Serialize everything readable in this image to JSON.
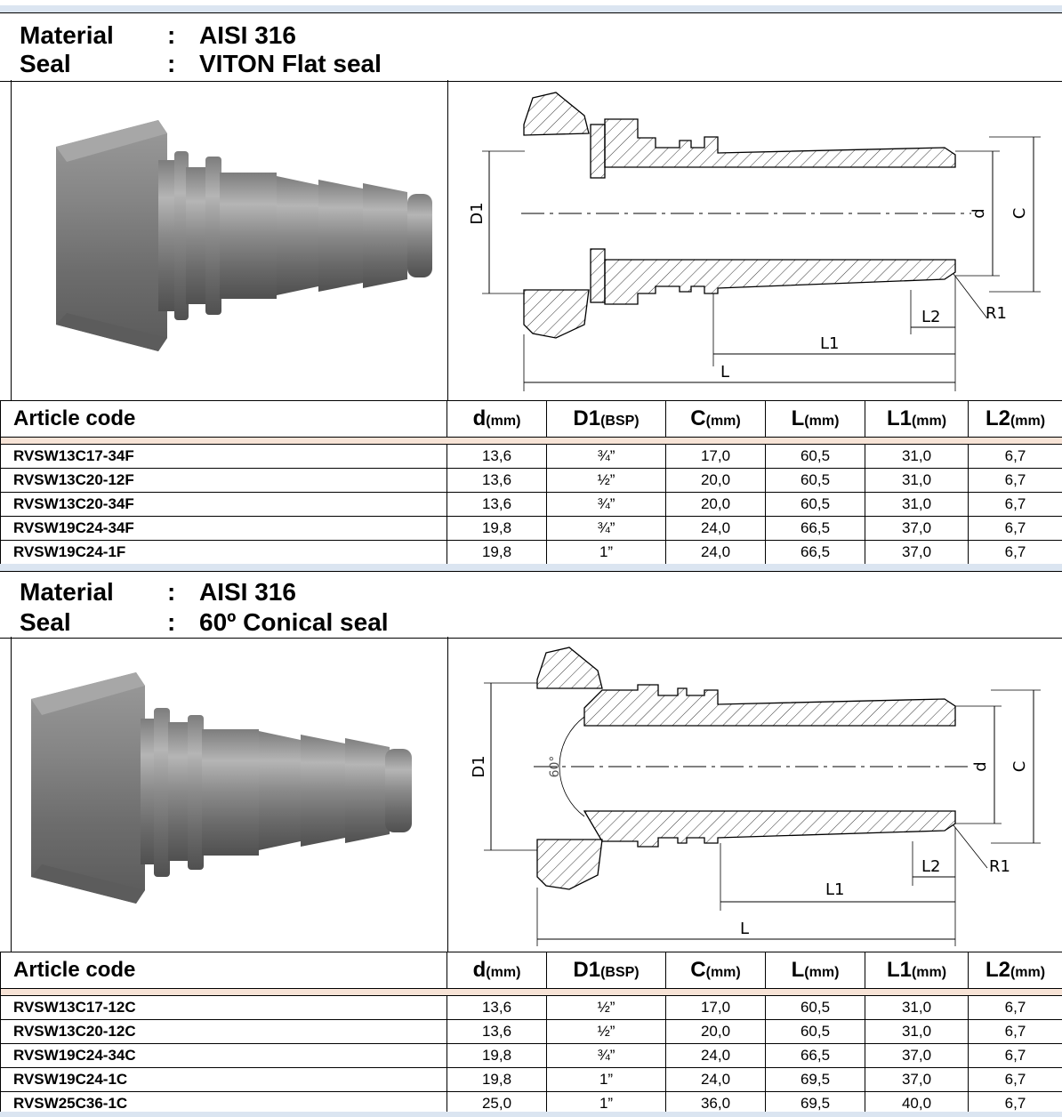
{
  "sections": [
    {
      "material_key": "Material",
      "material_value": "AISI 316",
      "seal_key": "Seal",
      "seal_value": "VITON Flat seal",
      "drawing_labels": {
        "d1": "D1",
        "d": "d",
        "c": "C",
        "l": "L",
        "l1": "L1",
        "l2": "L2",
        "r1": "R1"
      },
      "columns": {
        "code": "Article code",
        "d": "d",
        "d_unit": "(mm)",
        "d1": "D1",
        "d1_unit": "(BSP)",
        "c": "C",
        "c_unit": "(mm)",
        "l": "L",
        "l_unit": "(mm)",
        "l1": "L1",
        "l1_unit": "(mm)",
        "l2": "L2",
        "l2_unit": "(mm)"
      },
      "rows": [
        {
          "code": "RVSW13C17-34F",
          "d": "13,6",
          "d1": "¾”",
          "c": "17,0",
          "l": "60,5",
          "l1": "31,0",
          "l2": "6,7"
        },
        {
          "code": "RVSW13C20-12F",
          "d": "13,6",
          "d1": "½”",
          "c": "20,0",
          "l": "60,5",
          "l1": "31,0",
          "l2": "6,7"
        },
        {
          "code": "RVSW13C20-34F",
          "d": "13,6",
          "d1": "¾”",
          "c": "20,0",
          "l": "60,5",
          "l1": "31,0",
          "l2": "6,7"
        },
        {
          "code": "RVSW19C24-34F",
          "d": "19,8",
          "d1": "¾”",
          "c": "24,0",
          "l": "66,5",
          "l1": "37,0",
          "l2": "6,7"
        },
        {
          "code": "RVSW19C24-1F",
          "d": "19,8",
          "d1": "1”",
          "c": "24,0",
          "l": "66,5",
          "l1": "37,0",
          "l2": "6,7"
        }
      ]
    },
    {
      "material_key": "Material",
      "material_value": "AISI 316",
      "seal_key": "Seal",
      "seal_value": "60º Conical seal",
      "drawing_labels": {
        "d1": "D1",
        "d": "d",
        "c": "C",
        "l": "L",
        "l1": "L1",
        "l2": "L2",
        "r1": "R1",
        "angle": "60°"
      },
      "columns": {
        "code": "Article code",
        "d": "d",
        "d_unit": "(mm)",
        "d1": "D1",
        "d1_unit": "(BSP)",
        "c": "C",
        "c_unit": "(mm)",
        "l": "L",
        "l_unit": "(mm)",
        "l1": "L1",
        "l1_unit": "(mm)",
        "l2": "L2",
        "l2_unit": "(mm)"
      },
      "rows": [
        {
          "code": "RVSW13C17-12C",
          "d": "13,6",
          "d1": "½”",
          "c": "17,0",
          "l": "60,5",
          "l1": "31,0",
          "l2": "6,7"
        },
        {
          "code": "RVSW13C20-12C",
          "d": "13,6",
          "d1": "½”",
          "c": "20,0",
          "l": "60,5",
          "l1": "31,0",
          "l2": "6,7"
        },
        {
          "code": "RVSW19C24-34C",
          "d": "19,8",
          "d1": "¾”",
          "c": "24,0",
          "l": "66,5",
          "l1": "37,0",
          "l2": "6,7"
        },
        {
          "code": "RVSW19C24-1C",
          "d": "19,8",
          "d1": "1”",
          "c": "24,0",
          "l": "69,5",
          "l1": "37,0",
          "l2": "6,7"
        },
        {
          "code": "RVSW25C36-1C",
          "d": "25,0",
          "d1": "1”",
          "c": "36,0",
          "l": "69,5",
          "l1": "40,0",
          "l2": "6,7"
        }
      ]
    }
  ]
}
